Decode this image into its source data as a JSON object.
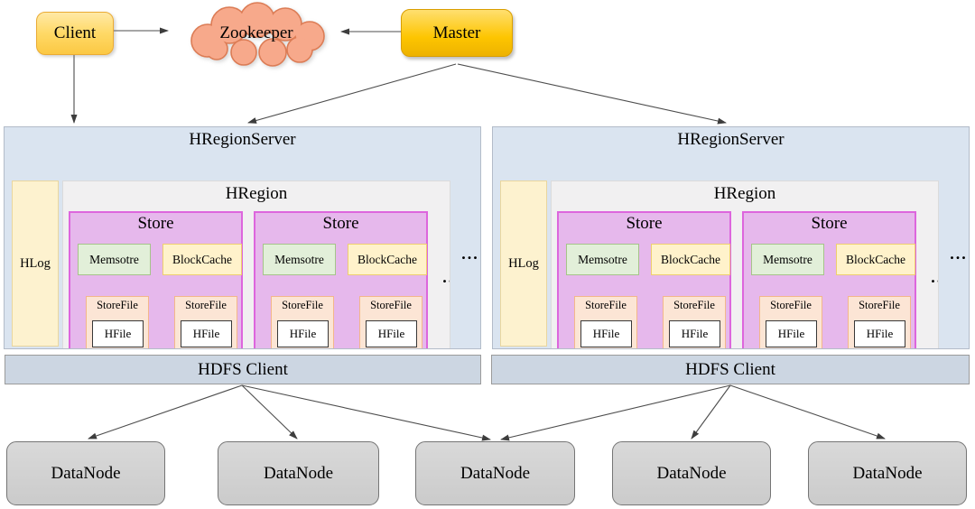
{
  "top": {
    "client_label": "Client",
    "zookeeper_label": "Zookeeper",
    "master_label": "Master"
  },
  "region_servers": [
    {
      "title": "HRegionServer",
      "hlog_label": "HLog",
      "ellipsis": "...",
      "hregion": {
        "title": "HRegion",
        "ellipsis": "...",
        "stores": [
          {
            "title": "Store",
            "memstore_label": "Memsotre",
            "blockcache_label": "BlockCache",
            "storefiles": [
              {
                "label": "StoreFile",
                "hfile_label": "HFile"
              },
              {
                "label": "StoreFile",
                "hfile_label": "HFile"
              }
            ]
          },
          {
            "title": "Store",
            "memstore_label": "Memsotre",
            "blockcache_label": "BlockCache",
            "storefiles": [
              {
                "label": "StoreFile",
                "hfile_label": "HFile"
              },
              {
                "label": "StoreFile",
                "hfile_label": "HFile"
              }
            ]
          }
        ]
      }
    },
    {
      "title": "HRegionServer",
      "hlog_label": "HLog",
      "ellipsis": "...",
      "hregion": {
        "title": "HRegion",
        "ellipsis": "...",
        "stores": [
          {
            "title": "Store",
            "memstore_label": "Memsotre",
            "blockcache_label": "BlockCache",
            "storefiles": [
              {
                "label": "StoreFile",
                "hfile_label": "HFile"
              },
              {
                "label": "StoreFile",
                "hfile_label": "HFile"
              }
            ]
          },
          {
            "title": "Store",
            "memstore_label": "Memsotre",
            "blockcache_label": "BlockCache",
            "storefiles": [
              {
                "label": "StoreFile",
                "hfile_label": "HFile"
              },
              {
                "label": "StoreFile",
                "hfile_label": "HFile"
              }
            ]
          }
        ]
      }
    }
  ],
  "hdfs_clients": [
    {
      "label": "HDFS Client"
    },
    {
      "label": "HDFS Client"
    }
  ],
  "datanodes": [
    {
      "label": "DataNode"
    },
    {
      "label": "DataNode"
    },
    {
      "label": "DataNode"
    },
    {
      "label": "DataNode"
    },
    {
      "label": "DataNode"
    }
  ],
  "colors": {
    "client_fill": "#ffd966",
    "master_fill": "#fdc500",
    "zookeeper_fill": "#f7a98b",
    "zookeeper_stroke": "#dc7c55",
    "regionserver_fill": "#dae4f0",
    "hlog_fill": "#fdf2cf",
    "hregion_fill": "#f1f0f1",
    "store_fill": "#e6b8ec",
    "store_border": "#dd66dd",
    "memstore_fill": "#e2efd9",
    "blockcache_fill": "#fff2cb",
    "storefile_fill": "#fce5d5",
    "hfile_fill": "#ffffff",
    "hdfs_fill": "#ccd6e2",
    "datanode_fill": "#cecece",
    "arrow_color": "#4d4d4d"
  }
}
